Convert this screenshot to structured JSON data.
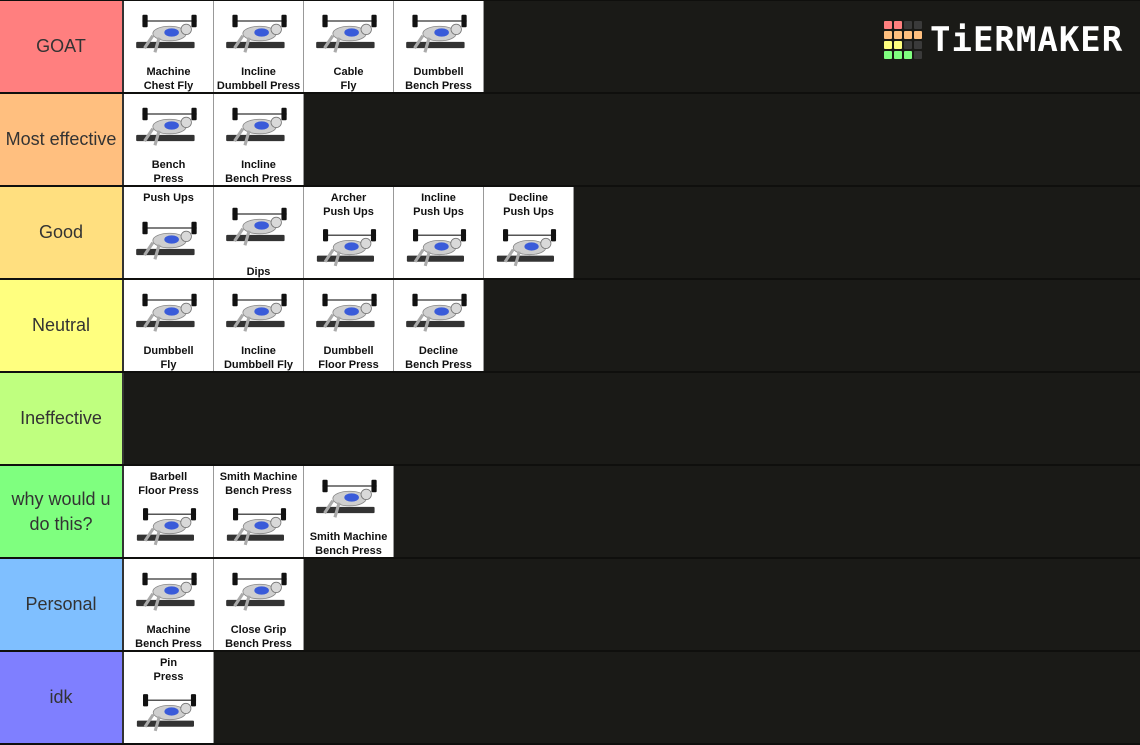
{
  "brand": {
    "name": "TiERMAKER",
    "grid_colors": [
      "#ff7f7f",
      "#ff7f7f",
      "#3a3a3a",
      "#3a3a3a",
      "#ffbf7f",
      "#ffbf7f",
      "#ffbf7f",
      "#ffbf7f",
      "#ffff7f",
      "#ffff7f",
      "#3a3a3a",
      "#3a3a3a",
      "#7fff7f",
      "#7fff7f",
      "#7fff7f",
      "#3a3a3a"
    ]
  },
  "tiers": [
    {
      "label": "GOAT",
      "color": "#ff7f7f",
      "items": [
        {
          "name": "Machine\nChest Fly",
          "pos": "bottom"
        },
        {
          "name": "Incline\nDumbbell Press",
          "pos": "bottom"
        },
        {
          "name": "Cable\nFly",
          "pos": "bottom"
        },
        {
          "name": "Dumbbell\nBench Press",
          "pos": "bottom"
        }
      ]
    },
    {
      "label": "Most effective",
      "color": "#ffbf7f",
      "items": [
        {
          "name": "Bench\nPress",
          "pos": "bottom"
        },
        {
          "name": "Incline\nBench Press",
          "pos": "bottom"
        }
      ]
    },
    {
      "label": "Good",
      "color": "#ffdf7f",
      "items": [
        {
          "name": "Push Ups",
          "pos": "top"
        },
        {
          "name": "Dips",
          "pos": "bottom"
        },
        {
          "name": "Archer\nPush Ups",
          "pos": "top"
        },
        {
          "name": "Incline\nPush Ups",
          "pos": "top"
        },
        {
          "name": "Decline\nPush Ups",
          "pos": "top"
        }
      ]
    },
    {
      "label": "Neutral",
      "color": "#ffff7f",
      "items": [
        {
          "name": "Dumbbell\nFly",
          "pos": "bottom"
        },
        {
          "name": "Incline\nDumbbell Fly",
          "pos": "bottom"
        },
        {
          "name": "Dumbbell\nFloor Press",
          "pos": "bottom"
        },
        {
          "name": "Decline\nBench Press",
          "pos": "bottom"
        }
      ]
    },
    {
      "label": "Ineffective",
      "color": "#bfff7f",
      "items": []
    },
    {
      "label": "why would u do this?",
      "color": "#7fff7f",
      "items": [
        {
          "name": "Barbell\nFloor Press",
          "pos": "top"
        },
        {
          "name": "Smith Machine\nBench Press",
          "pos": "top"
        },
        {
          "name": "Smith Machine\nBench Press",
          "pos": "bottom"
        }
      ]
    },
    {
      "label": "Personal",
      "color": "#7fbfff",
      "items": [
        {
          "name": "Machine\nBench Press",
          "pos": "bottom"
        },
        {
          "name": "Close Grip\nBench Press",
          "pos": "bottom"
        }
      ]
    },
    {
      "label": "idk",
      "color": "#7f7fff",
      "items": [
        {
          "name": "Pin\nPress",
          "pos": "top"
        }
      ]
    }
  ]
}
